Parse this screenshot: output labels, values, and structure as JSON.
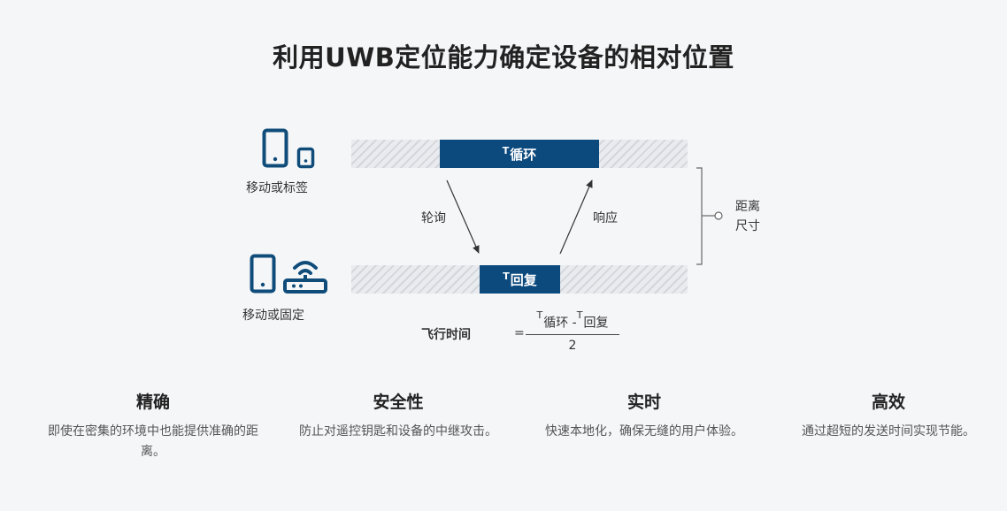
{
  "title": "利用UWB定位能力确定设备的相对位置",
  "diagram": {
    "top_device_label": "移动或标签",
    "bottom_device_label": "移动或固定",
    "loop_block": {
      "sub": "T",
      "text": "循环"
    },
    "reply_block": {
      "sub": "T",
      "text": "回复"
    },
    "poll_label": "轮询",
    "response_label": "响应",
    "distance_label": "距离\n尺寸",
    "tof_label": "飞行时间",
    "formula": {
      "equals": "=",
      "t1_sub": "T",
      "t1_text": "循环",
      "minus": " -",
      "t2_sub": "T",
      "t2_text": "回复",
      "denominator": "2"
    }
  },
  "features": [
    {
      "title": "精确",
      "desc": "即使在密集的环境中也能提供准确的距离。"
    },
    {
      "title": "安全性",
      "desc": "防止对遥控钥匙和设备的中继攻击。"
    },
    {
      "title": "实时",
      "desc": "快速本地化，确保无缝的用户体验。"
    },
    {
      "title": "高效",
      "desc": "通过超短的发送时间实现节能。"
    }
  ],
  "colors": {
    "accent": "#0c4a7e",
    "icon": "#0f4c7a",
    "line": "#555555"
  }
}
